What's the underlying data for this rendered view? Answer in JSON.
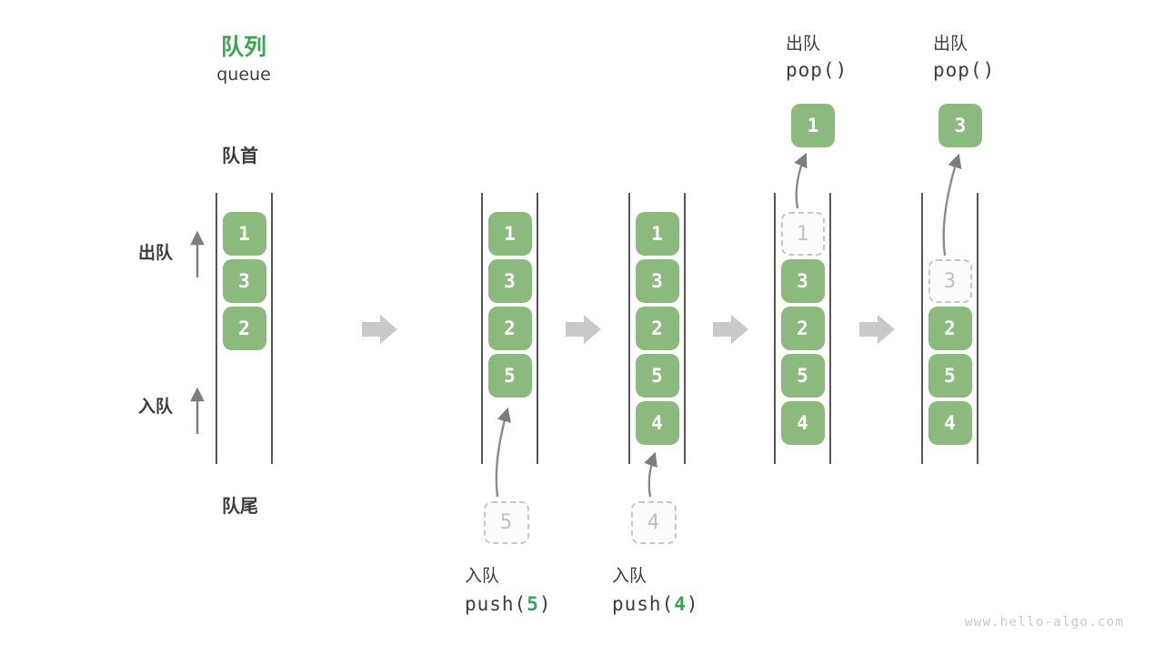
{
  "title": {
    "zh": "队列",
    "en": "queue"
  },
  "side_labels": {
    "front": "队首",
    "rear": "队尾",
    "dequeue": "出队",
    "enqueue": "入队"
  },
  "watermark": "www.hello-algo.com",
  "colors": {
    "accent_green": "#3da452",
    "box_green": "#8cba7e",
    "box_text": "#ffffff",
    "dashed_border": "#c7c7c7",
    "dashed_text": "#bfbfbf",
    "queue_line": "#55565a",
    "label_text": "#3c3c3c",
    "block_arrow": "#c9c9c9",
    "thin_arrow": "#7d7d7d",
    "watermark_text": "#c9c9c9"
  },
  "queues": [
    {
      "name": "state-initial",
      "start_row": 0,
      "cells": [
        {
          "value": "1"
        },
        {
          "value": "3"
        },
        {
          "value": "2"
        }
      ]
    },
    {
      "name": "state-push-5",
      "start_row": 0,
      "cells": [
        {
          "value": "1"
        },
        {
          "value": "3"
        },
        {
          "value": "2"
        },
        {
          "value": "5"
        }
      ],
      "incoming": {
        "value": "5"
      },
      "caption": {
        "op": "入队",
        "code_before": "push(",
        "code_arg": "5",
        "code_after": ")"
      }
    },
    {
      "name": "state-push-4",
      "start_row": 0,
      "cells": [
        {
          "value": "1"
        },
        {
          "value": "3"
        },
        {
          "value": "2"
        },
        {
          "value": "5"
        },
        {
          "value": "4"
        }
      ],
      "incoming": {
        "value": "4"
      },
      "caption": {
        "op": "入队",
        "code_before": "push(",
        "code_arg": "4",
        "code_after": ")"
      }
    },
    {
      "name": "state-pop-1",
      "start_row": 0,
      "cells": [
        {
          "value": "1",
          "dashed": true
        },
        {
          "value": "3"
        },
        {
          "value": "2"
        },
        {
          "value": "5"
        },
        {
          "value": "4"
        }
      ],
      "outgoing": {
        "value": "1"
      },
      "header": {
        "op": "出队",
        "code": "pop()"
      }
    },
    {
      "name": "state-pop-3",
      "start_row": 1,
      "cells": [
        {
          "value": "3",
          "dashed": true
        },
        {
          "value": "2"
        },
        {
          "value": "5"
        },
        {
          "value": "4"
        }
      ],
      "outgoing": {
        "value": "3"
      },
      "header": {
        "op": "出队",
        "code": "pop()"
      }
    }
  ]
}
